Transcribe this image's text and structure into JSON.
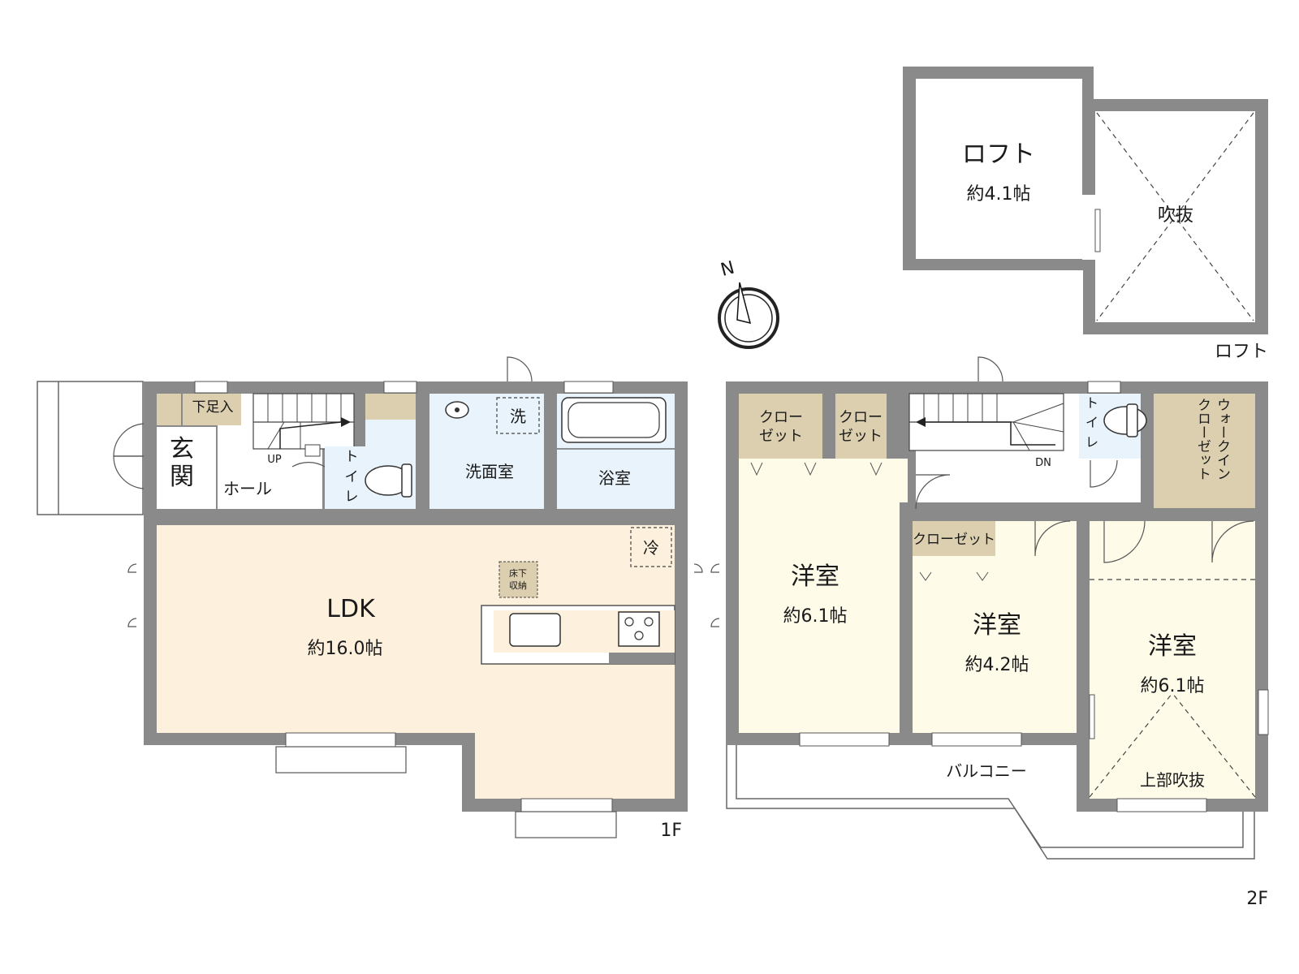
{
  "floors": {
    "first": {
      "label": "1F",
      "rooms": {
        "ldk": {
          "name": "LDK",
          "size": "約16.0帖"
        },
        "genkan": {
          "line1": "玄",
          "line2": "関"
        },
        "hall": "ホール",
        "toilet": {
          "line1": "ト",
          "line2": "イ",
          "line3": "レ"
        },
        "washroom": "洗面室",
        "bathroom": "浴室",
        "shoe_storage": "下足入",
        "washer": "洗",
        "fridge": "冷",
        "underfloor": {
          "line1": "床下",
          "line2": "収納"
        },
        "stairs_up": "UP"
      }
    },
    "second": {
      "label": "2F",
      "rooms": {
        "western1": {
          "name": "洋室",
          "size": "約6.1帖"
        },
        "western2": {
          "name": "洋室",
          "size": "約4.2帖"
        },
        "western3": {
          "name": "洋室",
          "size": "約6.1帖",
          "note": "上部吹抜"
        },
        "closet1": {
          "line1": "クロー",
          "line2": "ゼット"
        },
        "closet2": {
          "line1": "クロー",
          "line2": "ゼット"
        },
        "closet3": "クローゼット",
        "walkin": {
          "col1": "ウォークイン",
          "col2": "クローゼット"
        },
        "toilet": {
          "line1": "ト",
          "line2": "イ",
          "line3": "レ"
        },
        "balcony": "バルコニー",
        "stairs_down": "DN"
      }
    },
    "loft": {
      "label": "ロフト",
      "rooms": {
        "loft": {
          "name": "ロフト",
          "size": "約4.1帖"
        },
        "void": "吹抜"
      }
    }
  },
  "compass": {
    "north": "N"
  },
  "colors": {
    "wall": "#8a8a8a",
    "ldk": "#fdf0dc",
    "wet": "#e8f3fb",
    "western": "#fefbe9",
    "storage": "#dccfb0"
  }
}
